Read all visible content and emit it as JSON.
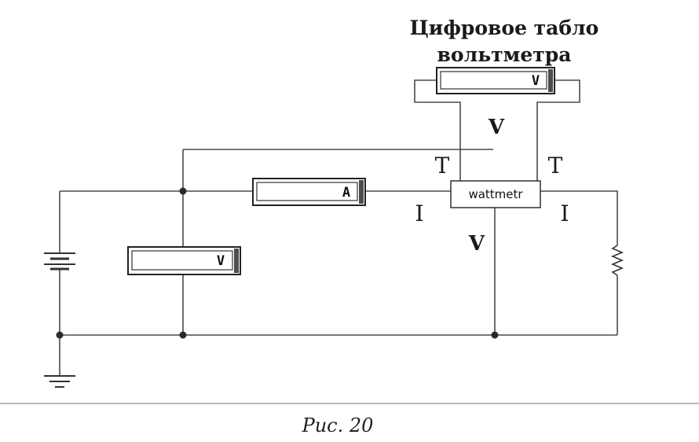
{
  "heading": {
    "line1": "Цифровое табло",
    "line2": "вольтметра"
  },
  "meters": {
    "voltmeter_display_symbol": "V",
    "ammeter_symbol": "A",
    "voltmeter_symbol": "V"
  },
  "wattmeter": {
    "label": "wattmetr",
    "terminals": {
      "t_left": "T",
      "t_right": "T",
      "v_top": "V",
      "v_bottom": "V",
      "i_left": "I",
      "i_right": "I"
    }
  },
  "caption": "Рис. 20"
}
